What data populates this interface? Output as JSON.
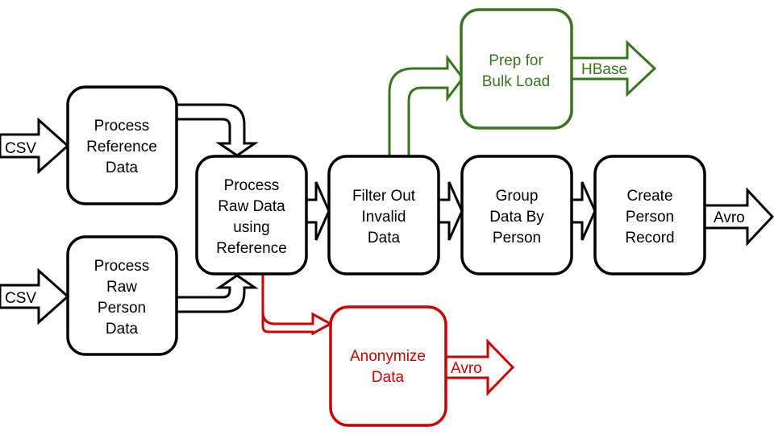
{
  "colors": {
    "main": "#000000",
    "hbase_branch": "#38761d",
    "avro_branch": "#cc0000",
    "background": "#ffffff"
  },
  "inputs": {
    "reference_csv": "CSV",
    "person_csv": "CSV"
  },
  "nodes": {
    "process_reference": [
      "Process",
      "Reference",
      "Data"
    ],
    "process_raw_person": [
      "Process",
      "Raw",
      "Person",
      "Data"
    ],
    "process_raw_using_reference": [
      "Process",
      "Raw Data",
      "using",
      "Reference"
    ],
    "filter_invalid": [
      "Filter Out",
      "Invalid",
      "Data"
    ],
    "group_by_person": [
      "Group",
      "Data By",
      "Person"
    ],
    "create_person_record": [
      "Create",
      "Person",
      "Record"
    ],
    "prep_bulk_load": [
      "Prep for",
      "Bulk Load"
    ],
    "anonymize": [
      "Anonymize",
      "Data"
    ]
  },
  "outputs": {
    "main_avro": "Avro",
    "hbase": "HBase",
    "anonymized_avro": "Avro"
  }
}
